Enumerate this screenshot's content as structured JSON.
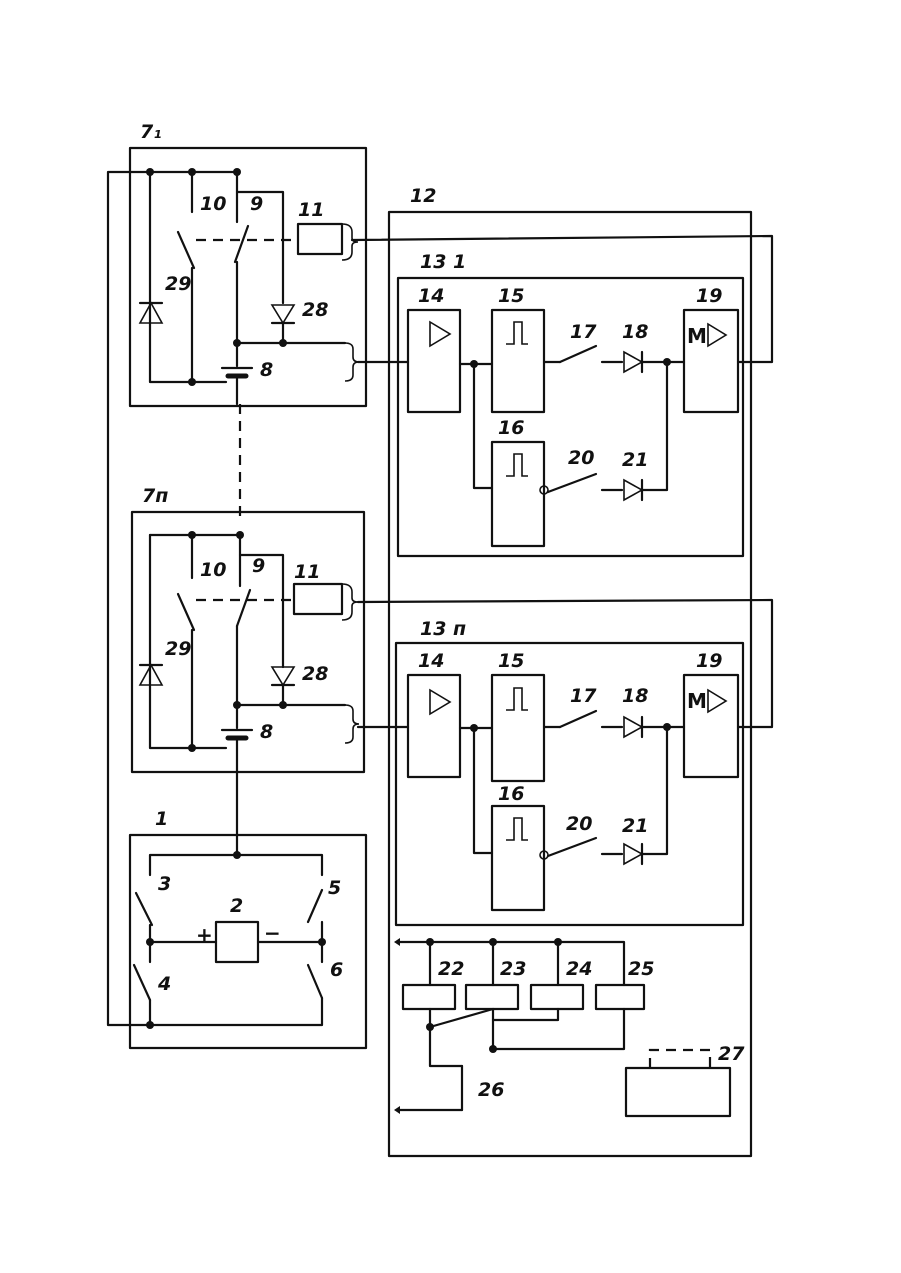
{
  "labels": {
    "relay_unit_1": "7₁",
    "relay_unit_n": "7п",
    "control_unit": "12",
    "channel_1": "13 1",
    "channel_n": "13 п",
    "power_unit": "1",
    "n1": "1",
    "n2": "2",
    "n3": "3",
    "n4": "4",
    "n5": "5",
    "n6": "6",
    "n8": "8",
    "n9": "9",
    "n10": "10",
    "n11": "11",
    "n14": "14",
    "n15": "15",
    "n16": "16",
    "n17": "17",
    "n18": "18",
    "n19": "19",
    "n20": "20",
    "n21": "21",
    "n22": "22",
    "n23": "23",
    "n24": "24",
    "n25": "25",
    "n26": "26",
    "n27": "27",
    "n28": "28",
    "n29": "29"
  },
  "symbols": {
    "amplifier": "▷",
    "trigger": "⎍",
    "plus": "+",
    "minus": "−",
    "md_letter": "M"
  }
}
